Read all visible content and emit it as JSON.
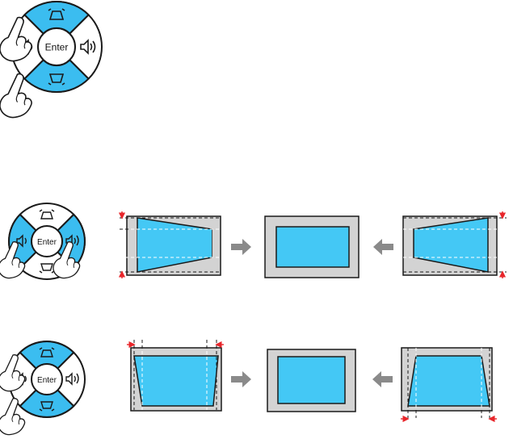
{
  "colors": {
    "accent": "#3bbdf0",
    "screen_blue": "#44c8f5",
    "frame_gray": "#d3d3d3",
    "arrow_gray": "#8a8a8a",
    "marker_red": "#e8262b",
    "outline": "#1a1a1a"
  },
  "keypads": [
    {
      "enter_label": "Enter",
      "pressed": [
        "up",
        "down"
      ]
    },
    {
      "enter_label": "Enter",
      "pressed": [
        "left",
        "right"
      ]
    },
    {
      "enter_label": "Enter",
      "pressed": [
        "up",
        "down"
      ]
    }
  ],
  "icons": {
    "up": "keystone-up-icon",
    "down": "keystone-down-icon",
    "left": "volume-down-icon",
    "right": "volume-up-icon",
    "hand": "pressing-hand-icon"
  },
  "rows": [
    {
      "left_screen": "keystone-skewed-top",
      "center_screen": "corrected",
      "right_screen": "keystone-skewed-bottom"
    },
    {
      "left_screen": "keystone-skewed-left",
      "center_screen": "corrected",
      "right_screen": "keystone-skewed-right"
    }
  ]
}
